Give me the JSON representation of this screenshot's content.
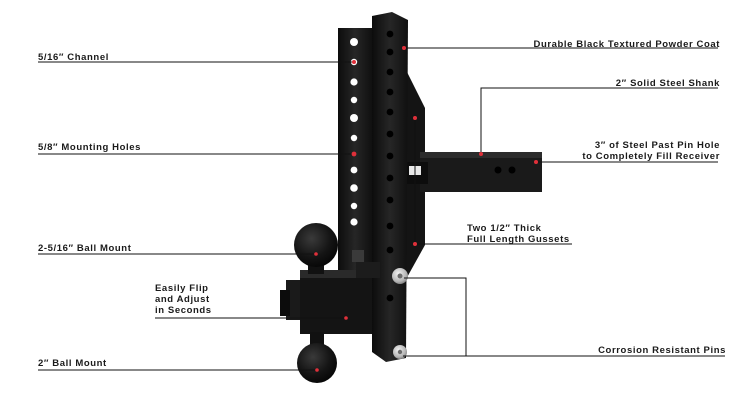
{
  "labels": {
    "channel": "5/16″ Channel",
    "mounting_holes": "5/8″ Mounting Holes",
    "ball_mount_large": "2-5/16″ Ball Mount",
    "flip_adjust": [
      "Easily Flip",
      "and Adjust",
      "in Seconds"
    ],
    "ball_mount_small": "2″ Ball Mount",
    "powder_coat": "Durable Black Textured Powder Coat",
    "solid_shank": "2″ Solid Steel Shank",
    "fill_receiver": [
      "3″ of Steel Past Pin Hole",
      "to Completely Fill Receiver"
    ],
    "gussets": [
      "Two 1/2″ Thick",
      "Full Length Gussets"
    ],
    "pins": "Corrosion Resistant Pins"
  },
  "colors": {
    "steel_black": "#1c1c1c",
    "steel_dark": "#0e0e0e",
    "callout_dot": "#e0303a",
    "line": "#111111",
    "pin_silver": "#c8c8c8"
  }
}
